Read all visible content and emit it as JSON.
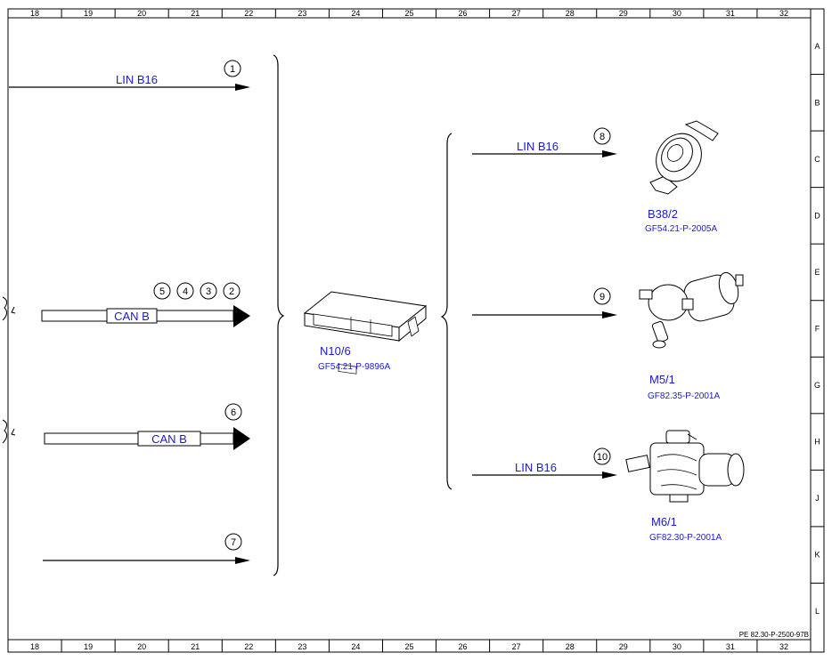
{
  "grid": {
    "columns": [
      "18",
      "19",
      "20",
      "21",
      "22",
      "23",
      "24",
      "25",
      "26",
      "27",
      "28",
      "29",
      "30",
      "31",
      "32"
    ],
    "rows": [
      "A",
      "B",
      "C",
      "D",
      "E",
      "F",
      "G",
      "H",
      "J",
      "K",
      "L"
    ]
  },
  "connections": [
    {
      "num": "1",
      "label": "LIN B16"
    },
    {
      "nums": [
        "5",
        "4",
        "3",
        "2"
      ],
      "label": "CAN B"
    },
    {
      "num": "6",
      "label": "CAN B"
    },
    {
      "num": "7",
      "label": ""
    }
  ],
  "control_unit": {
    "id": "N10/6",
    "ref": "GF54.21-P-9896A"
  },
  "outputs": [
    {
      "num": "8",
      "label": "LIN B16",
      "component": "B38/2",
      "ref": "GF54.21-P-2005A",
      "icon": "rain-light-sensor-icon"
    },
    {
      "num": "9",
      "label": "",
      "component": "M5/1",
      "ref": "GF82.35-P-2001A",
      "icon": "washer-pump-icon"
    },
    {
      "num": "10",
      "label": "LIN B16",
      "component": "M6/1",
      "ref": "GF82.30-P-2001A",
      "icon": "wiper-motor-icon"
    }
  ],
  "doc_ref": "PE 82.30-P-2500-97B",
  "colors": {
    "label_blue": "#1a1ad6",
    "line": "#000000"
  }
}
